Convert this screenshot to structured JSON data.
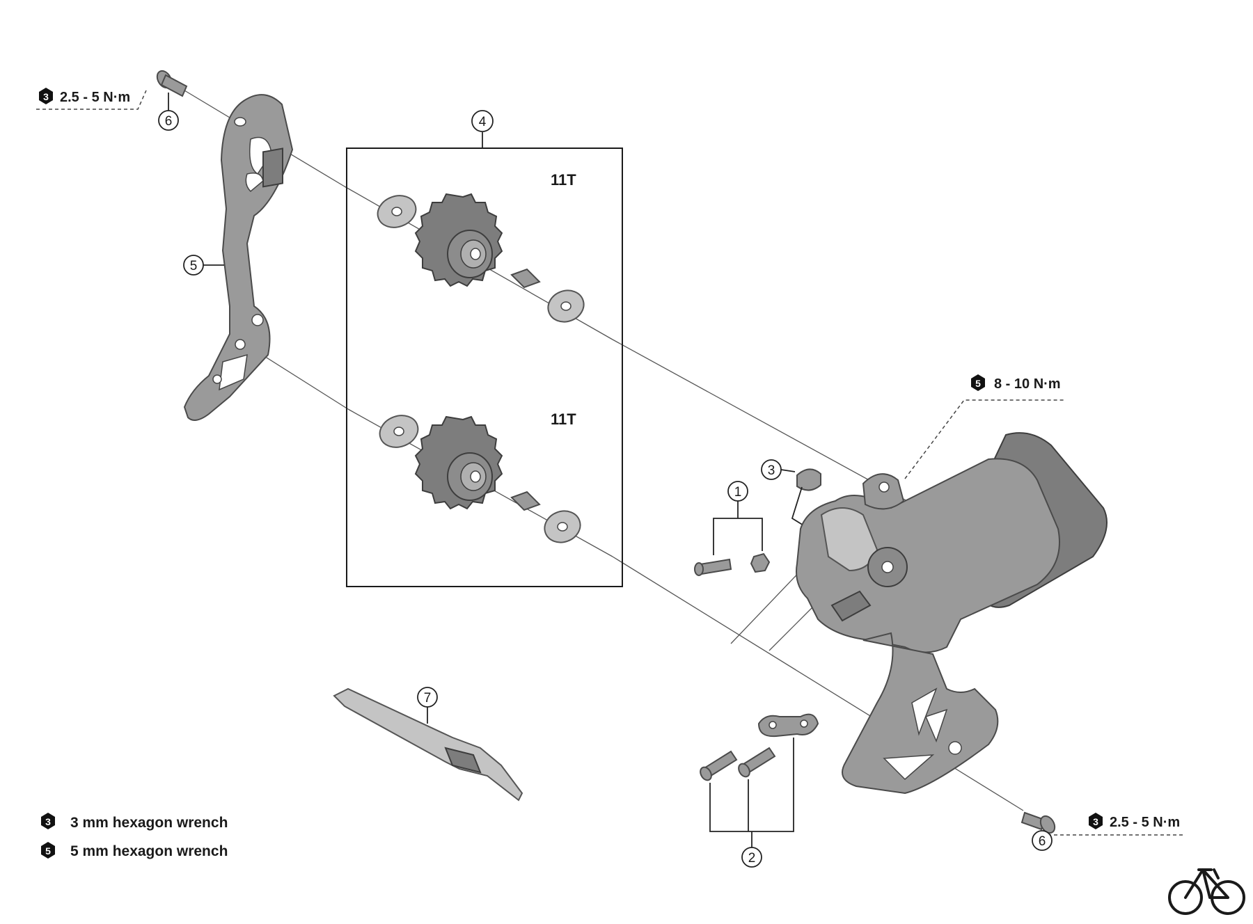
{
  "torque_specs": {
    "top_left": {
      "tool": "3",
      "value": "2.5 - 5 N·m"
    },
    "body": {
      "tool": "5",
      "value": "8 - 10 N·m"
    },
    "bottom_right": {
      "tool": "3",
      "value": "2.5 - 5 N·m"
    }
  },
  "pulley_box": {
    "part_number": "4",
    "upper_teeth": "11T",
    "lower_teeth": "11T"
  },
  "callouts": {
    "bolt_set": "1",
    "mount_bolts": "2",
    "cap": "3",
    "pulleys": "4",
    "inner_plate": "5",
    "pulley_bolt_top": "6",
    "pulley_bolt_bottom": "6",
    "tool": "7"
  },
  "legend": [
    {
      "tool": "3",
      "text": "3 mm hexagon wrench"
    },
    {
      "tool": "5",
      "text": "5 mm hexagon wrench"
    }
  ],
  "logo_icon": "bicycle-icon",
  "colors": {
    "part": "#9a9a9a",
    "line": "#1a1a1a",
    "badge": "#111111"
  }
}
